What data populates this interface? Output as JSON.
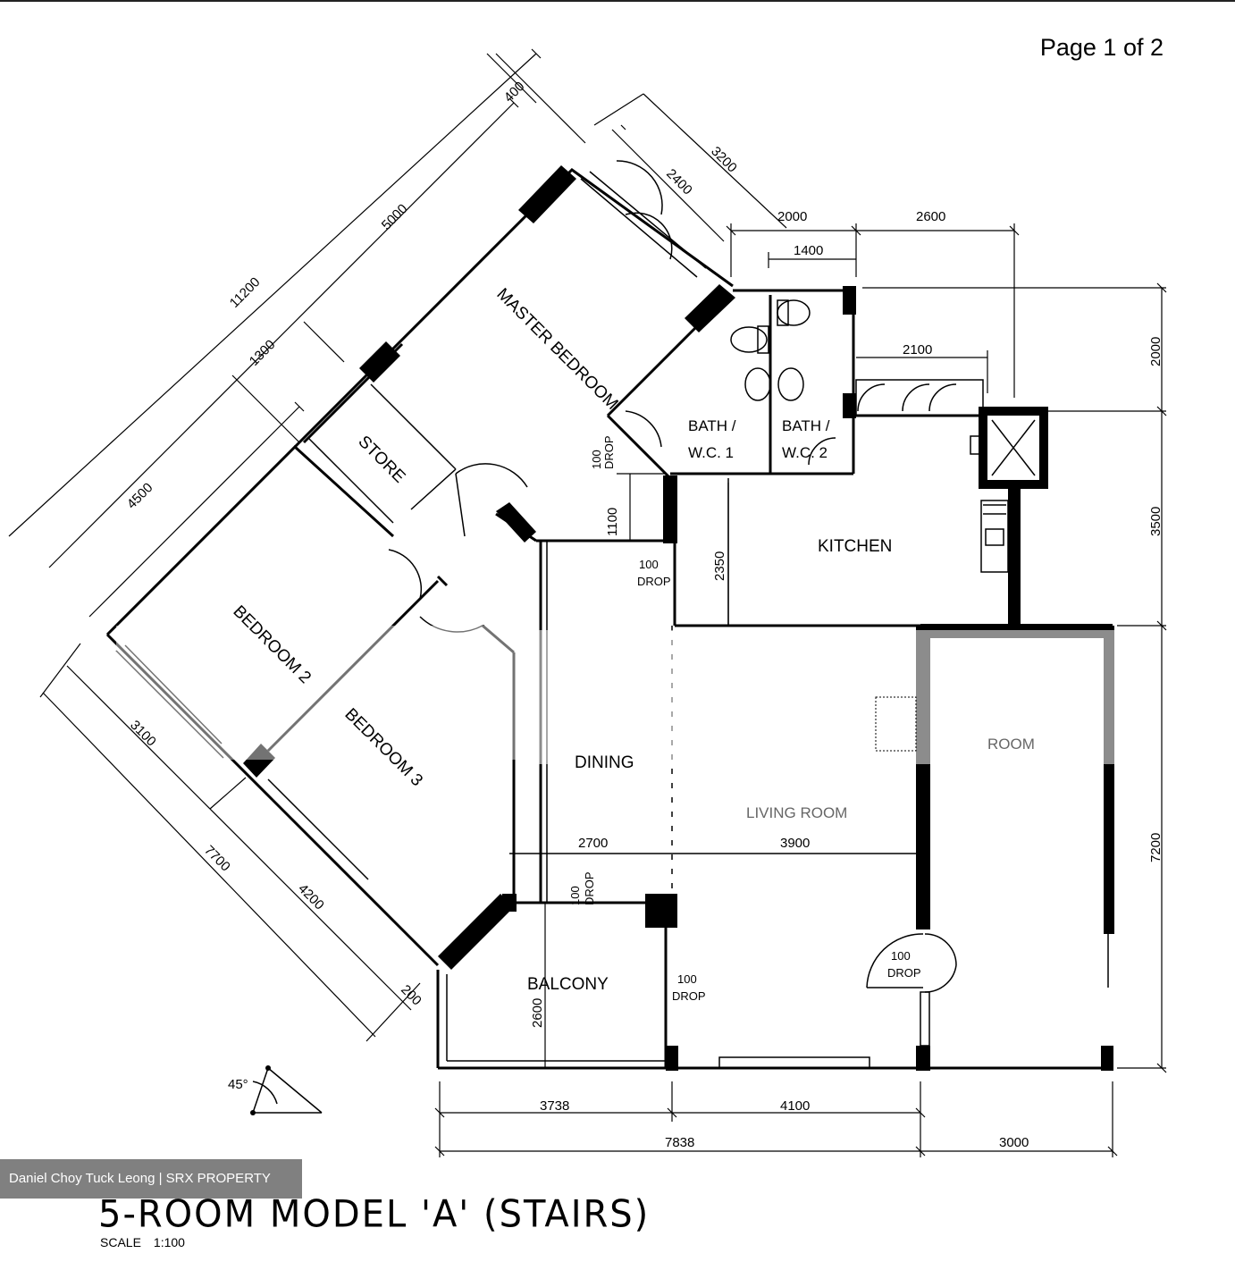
{
  "page_label": "Page 1 of 2",
  "watermark": "Daniel Choy Tuck Leong | SRX PROPERTY",
  "title": "5-ROOM MODEL 'A' (STAIRS)",
  "scale": {
    "label": "SCALE",
    "value": "1:100"
  },
  "north_angle": "45°",
  "rooms": {
    "master_bedroom": "MASTER BEDROOM",
    "store": "STORE",
    "bedroom2": "BEDROOM 2",
    "bedroom3": "BEDROOM 3",
    "bath1_line1": "BATH /",
    "bath1_line2": "W.C. 1",
    "bath2_line1": "BATH /",
    "bath2_line2": "W.C. 2",
    "kitchen": "KITCHEN",
    "dining": "DINING",
    "living": "LIVING ROOM",
    "right_room": "ROOM",
    "balcony": "BALCONY"
  },
  "drop": {
    "value": "100",
    "label": "DROP"
  },
  "dimensions": {
    "d400": "400",
    "d3200": "3200",
    "d2400": "2400",
    "d5000": "5000",
    "d11200": "11200",
    "d1300": "1300",
    "d4500": "4500",
    "d2000_top": "2000",
    "d2600_top": "2600",
    "d1400": "1400",
    "d2100": "2100",
    "d2000_right": "2000",
    "d3500": "3500",
    "d7200": "7200",
    "d1100": "1100",
    "d2350": "2350",
    "d3100": "3100",
    "d7700": "7700",
    "d4200": "4200",
    "d200": "200",
    "d2700": "2700",
    "d3900": "3900",
    "d2600_balcony": "2600",
    "d3738": "3738",
    "d4100": "4100",
    "d7838": "7838",
    "d3000": "3000"
  }
}
